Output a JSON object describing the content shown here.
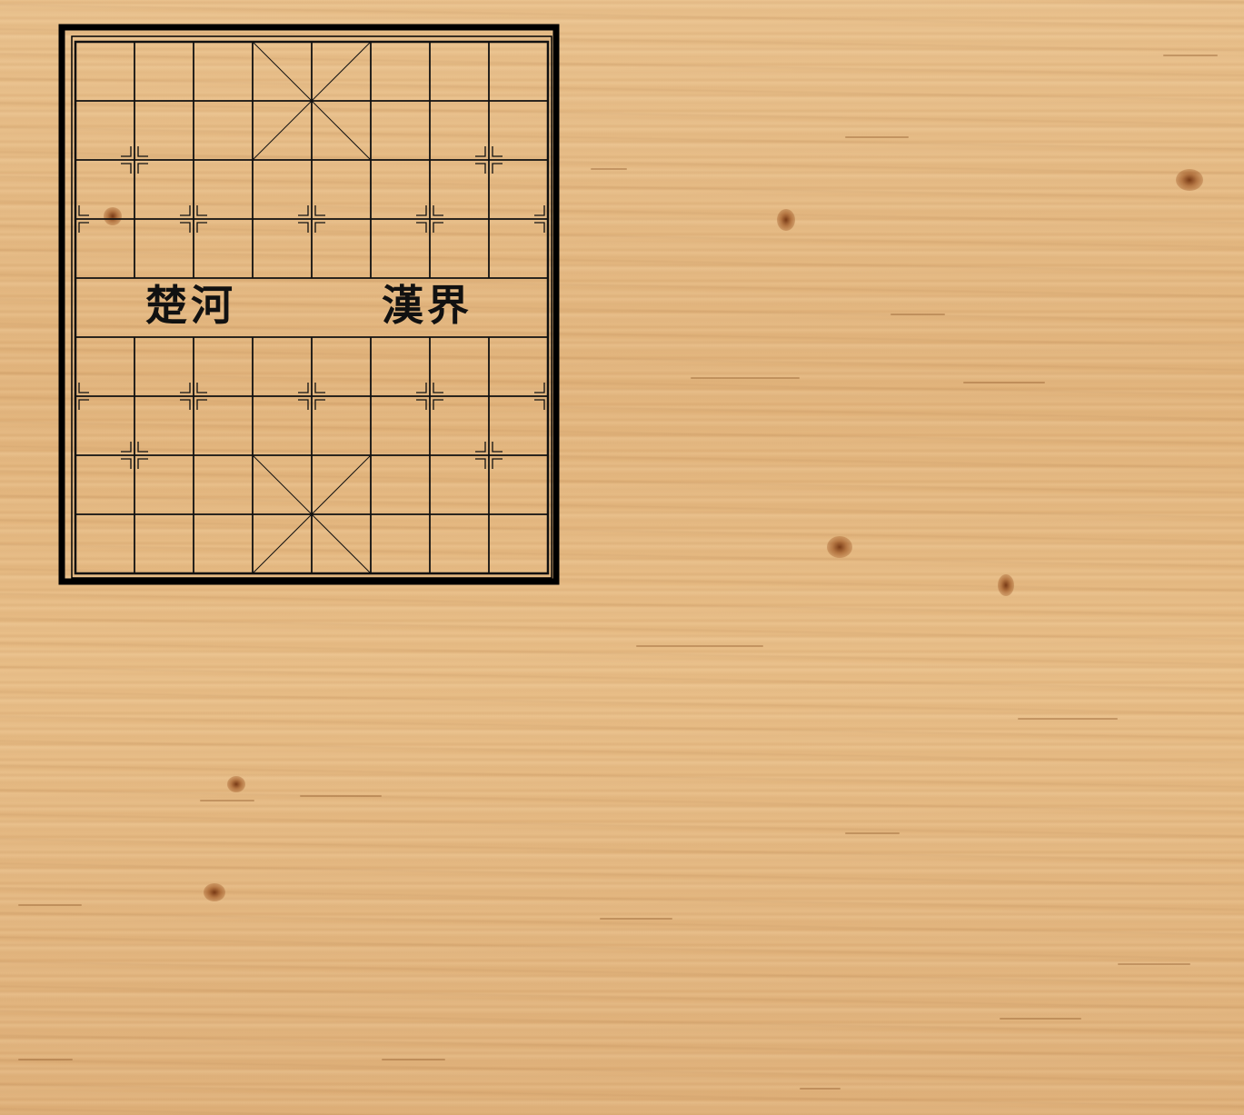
{
  "board": {
    "files": 9,
    "ranks": 10,
    "river_left": "楚河",
    "river_right": "漢界",
    "line_color": "#111111",
    "frame_color": "#000000"
  },
  "table": {
    "wood_color": "#e6ba83"
  },
  "pieces": []
}
